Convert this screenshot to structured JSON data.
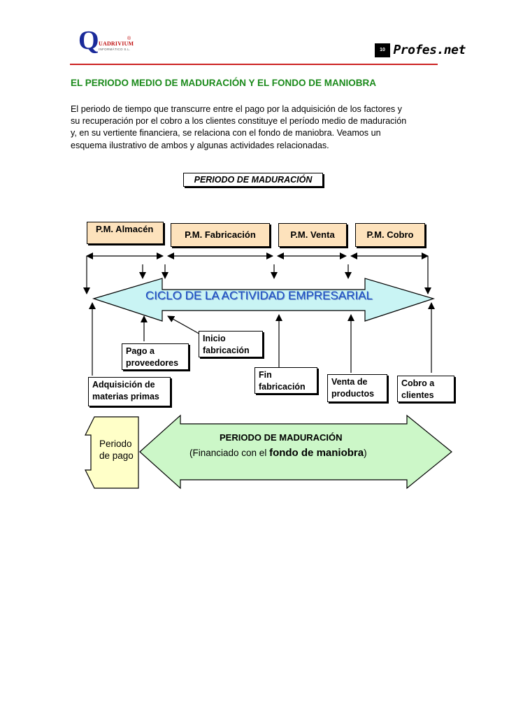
{
  "header": {
    "logo_left": {
      "letter": "Q",
      "brand": "UADRIVIUM",
      "registered": "®",
      "sub": "INFORMÁTICO S.L."
    },
    "logo_right": {
      "box_text": "10",
      "text": "Profes.net"
    }
  },
  "document": {
    "title": "EL PERIODO MEDIO DE MADURACIÓN Y EL FONDO DE MANIOBRA",
    "paragraph_lines": [
      "El periodo de tiempo que transcurre entre el pago por la adquisición de los factores y",
      "su recuperación por el cobro a los clientes constituye el período medio de maduración",
      "y, en su vertiente financiera, se relaciona con el fondo de maniobra. Veamos un",
      "esquema ilustrativo de ambos y algunas actividades relacionadas."
    ]
  },
  "diagram": {
    "heading": "PERIODO DE MADURACIÓN",
    "phases": [
      "P.M. Almacén",
      "P.M. Fabricación",
      "P.M. Venta",
      "P.M. Cobro"
    ],
    "cycle_label": "CICLO DE LA ACTIVIDAD EMPRESARIAL",
    "events": {
      "inicio": [
        "Inicio",
        "fabricación"
      ],
      "pago": [
        "Pago a",
        "proveedores"
      ],
      "fin": [
        "Fin",
        "fabricación"
      ],
      "adquisicion": [
        "Adquisición de",
        "materias primas"
      ],
      "venta": [
        "Venta de",
        "productos"
      ],
      "cobro": [
        "Cobro a",
        "clientes"
      ]
    },
    "pago_period": [
      "Periodo",
      "de pago"
    ],
    "maduracion_arrow": {
      "title": "PERIODO DE MADURACIÓN",
      "prefix": "(Financiado con el ",
      "emphasis": "fondo de maniobra",
      "suffix": ")"
    },
    "colors": {
      "phase_fill": "#fde2bc",
      "cycle_fill": "#c9f4f4",
      "cycle_text": "#1a4fc4",
      "green_fill": "#ccf7c8",
      "yellow_fill": "#ffffc8",
      "title_green": "#1a8a1a",
      "rule_red": "#cc2222"
    }
  }
}
